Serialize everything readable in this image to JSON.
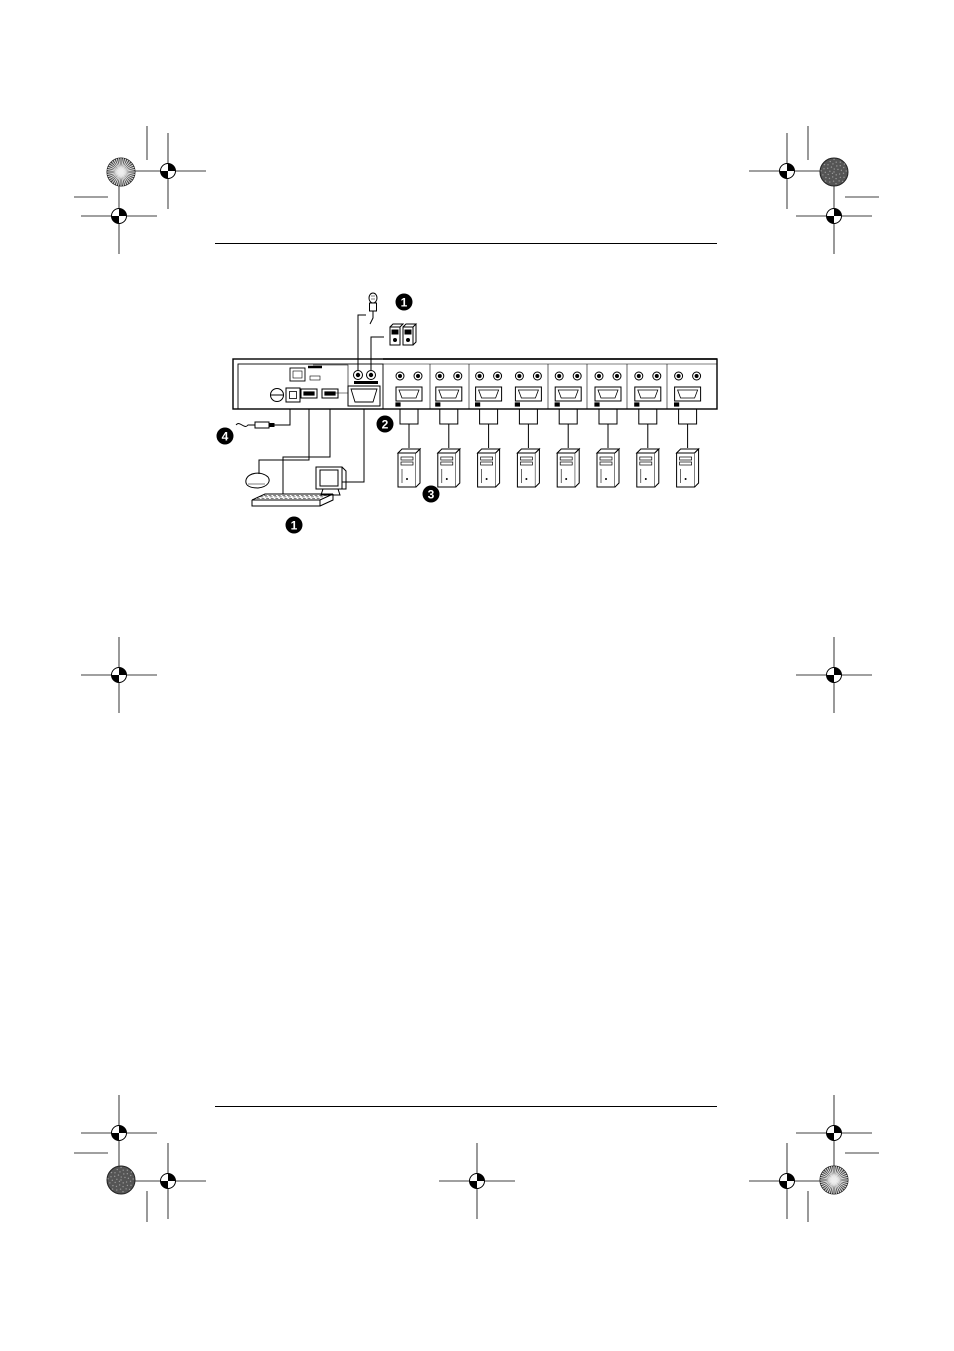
{
  "diagram": {
    "callouts": {
      "audio": "1",
      "kvm_cables": "2",
      "computers": "3",
      "power": "4",
      "keyboard": "1"
    },
    "computer_port_count": 8
  },
  "colors": {
    "line": "#000000",
    "background": "#ffffff",
    "registration_disc": "#555555"
  },
  "icons": [
    "registration-mark-icon",
    "color-wheel-icon",
    "microphone-icon",
    "speakers-icon",
    "mouse-icon",
    "keyboard-icon",
    "monitor-icon",
    "power-adapter-icon",
    "computer-tower-icon"
  ]
}
